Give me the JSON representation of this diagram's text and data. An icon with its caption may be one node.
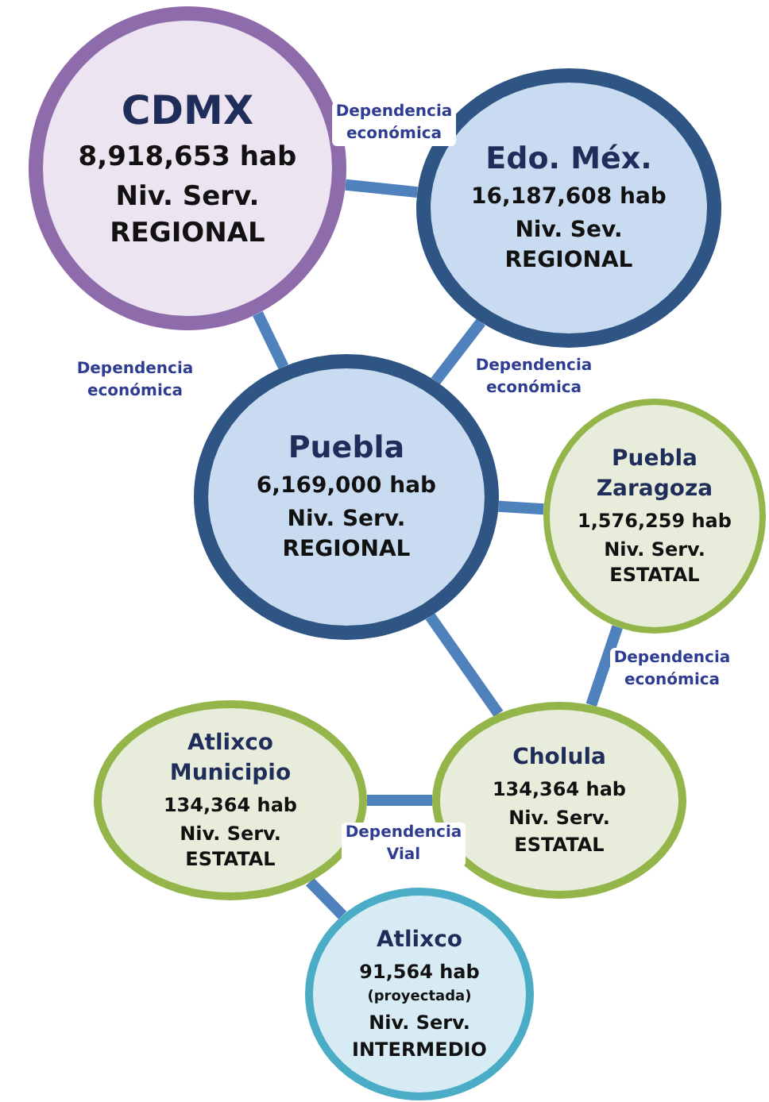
{
  "diagram": {
    "nodes": [
      {
        "text": [
          "CDMX",
          "8,918,653 hab",
          "Niv. Serv. REGIONAL"
        ]
      },
      {
        "text": [
          "Edo. Méx.",
          "16,187,608 hab",
          "Niv. Sev. REGIONAL"
        ]
      },
      {
        "text": [
          "Puebla",
          "6,169,000 hab",
          "Niv. Serv. REGIONAL"
        ]
      },
      {
        "text": [
          "Puebla Zaragoza",
          "1,576,259 hab",
          "Niv. Serv. ESTATAL"
        ]
      },
      {
        "text": [
          "Atlixco Municipio",
          "134,364 hab",
          "Niv. Serv. ESTATAL"
        ]
      },
      {
        "text": [
          "Cholula",
          "134,364 hab",
          "Niv. Serv. ESTATAL"
        ]
      },
      {
        "text": [
          "Atlixco",
          "91,564 hab",
          "(proyectada)",
          "Niv. Serv. INTERMEDIO"
        ]
      }
    ],
    "edges": [
      {
        "from": 0,
        "to": 1,
        "arrow": "none",
        "label": "Dependencia económica"
      },
      {
        "from": 0,
        "to": 2,
        "arrow": "none",
        "label": "Dependencia económica"
      },
      {
        "from": 1,
        "to": 2,
        "arrow": "none",
        "label": "Dependencia económica"
      },
      {
        "from": 2,
        "to": 3,
        "arrow": "none"
      },
      {
        "from": 2,
        "to": 5,
        "arrow": "none"
      },
      {
        "from": 3,
        "to": 5,
        "arrow": "none",
        "label": "Dependencia económica"
      },
      {
        "from": 4,
        "to": 5,
        "arrow": "none",
        "label": "Dependencia Vial"
      },
      {
        "from": 4,
        "to": 6,
        "arrow": "none"
      }
    ]
  }
}
